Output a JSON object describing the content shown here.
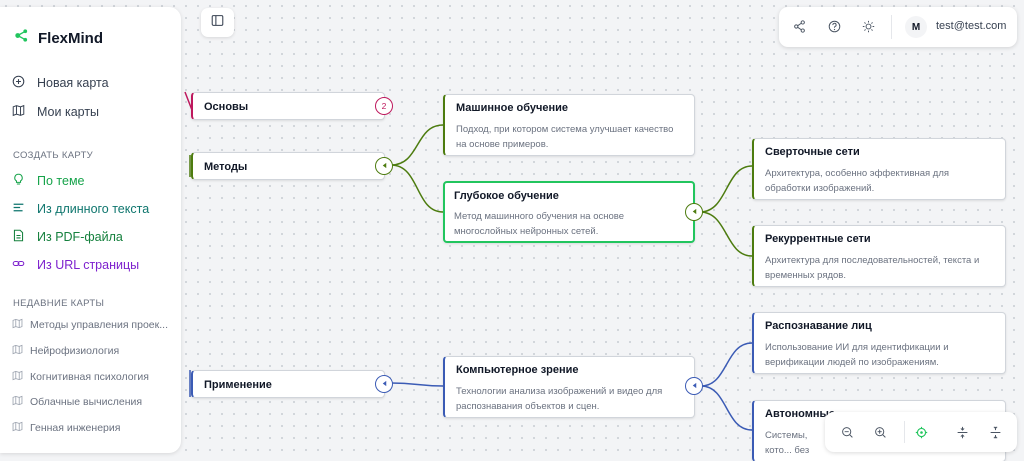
{
  "app": {
    "name": "FlexMind",
    "brand_color": "#22c55e"
  },
  "sidebar": {
    "nav": [
      {
        "label": "Новая карта",
        "icon": "plus-circle-icon"
      },
      {
        "label": "Мои карты",
        "icon": "map-icon"
      }
    ],
    "create_section": {
      "title": "СОЗДАТЬ КАРТУ",
      "items": [
        {
          "label": "По теме",
          "icon": "lightbulb-icon",
          "color": "#16a34a"
        },
        {
          "label": "Из длинного текста",
          "icon": "text-lines-icon",
          "color": "#0f766e"
        },
        {
          "label": "Из PDF-файла",
          "icon": "file-icon",
          "color": "#15803d"
        },
        {
          "label": "Из URL страницы",
          "icon": "link-icon",
          "color": "#7e22ce"
        }
      ]
    },
    "recent_section": {
      "title": "НЕДАВНИЕ КАРТЫ",
      "items": [
        {
          "label": "Методы управления проек..."
        },
        {
          "label": "Нейрофизиология"
        },
        {
          "label": "Когнитивная психология"
        },
        {
          "label": "Облачные вычисления"
        },
        {
          "label": "Генная инженерия"
        }
      ]
    }
  },
  "toolbar": {
    "icons": [
      "share-icon",
      "help-icon",
      "theme-sun-icon"
    ],
    "user": {
      "initial": "M",
      "email": "test@test.com"
    }
  },
  "map": {
    "nodes": {
      "osnovy": {
        "title": "Основы",
        "badge": "2",
        "color": "#be185d"
      },
      "metody": {
        "title": "Методы",
        "color": "#4d7c0f"
      },
      "primenenie": {
        "title": "Применение",
        "color": "#3b5bb5"
      },
      "ml": {
        "title": "Машинное обучение",
        "desc": "Подход, при котором система улучшает качество на основе примеров."
      },
      "dl": {
        "title": "Глубокое обучение",
        "desc": "Метод машинного обучения на основе многослойных нейронных сетей.",
        "selected_color": "#22c55e"
      },
      "cnn": {
        "title": "Сверточные сети",
        "desc": "Архитектура, особенно эффективная для обработки изображений."
      },
      "rnn": {
        "title": "Рекуррентные сети",
        "desc": "Архитектура для последовательностей, текста и временных рядов."
      },
      "cv": {
        "title": "Компьютерное зрение",
        "desc": "Технологии анализа изображений и видео для распознавания объектов и сцен."
      },
      "face": {
        "title": "Распознавание лиц",
        "desc": "Использование ИИ для идентификации и верификации людей по изображениям."
      },
      "auto": {
        "title": "Автономные",
        "desc": "Системы, кото... без постоянн..."
      }
    }
  },
  "zoombar": {
    "icons": [
      "zoom-out-icon",
      "zoom-in-icon",
      "fit-view-icon",
      "expand-icon",
      "collapse-icon"
    ]
  }
}
